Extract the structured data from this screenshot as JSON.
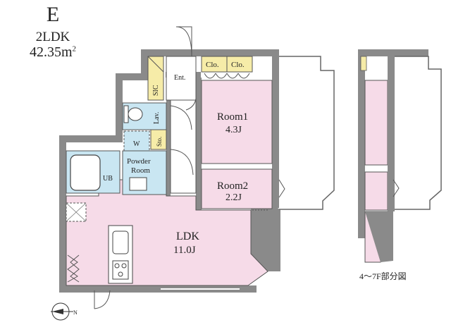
{
  "header": {
    "unit_type": "E",
    "layout": "2LDK",
    "area_value": "42.35m",
    "area_sup": "2"
  },
  "rooms": {
    "ent": "Ent.",
    "sic": "SIC",
    "clo1": "Clo.",
    "clo2": "Clo.",
    "lav": "Lav.",
    "sto": "Sto.",
    "w": "W",
    "powder_1": "Powder",
    "powder_2": "Room",
    "ub": "UB",
    "room1_name": "Room1",
    "room1_size": "4.3J",
    "room2_name": "Room2",
    "room2_size": "2.2J",
    "ldk_name": "LDK",
    "ldk_size": "11.0J"
  },
  "inset_caption": "4～7F部分図",
  "compass_letter": "N",
  "colors": {
    "wall": "#8a8a8a",
    "room_pink": "#f6dbe8",
    "wet_blue": "#c9e6f2",
    "storage_yellow": "#f6eca8",
    "white": "#ffffff"
  }
}
